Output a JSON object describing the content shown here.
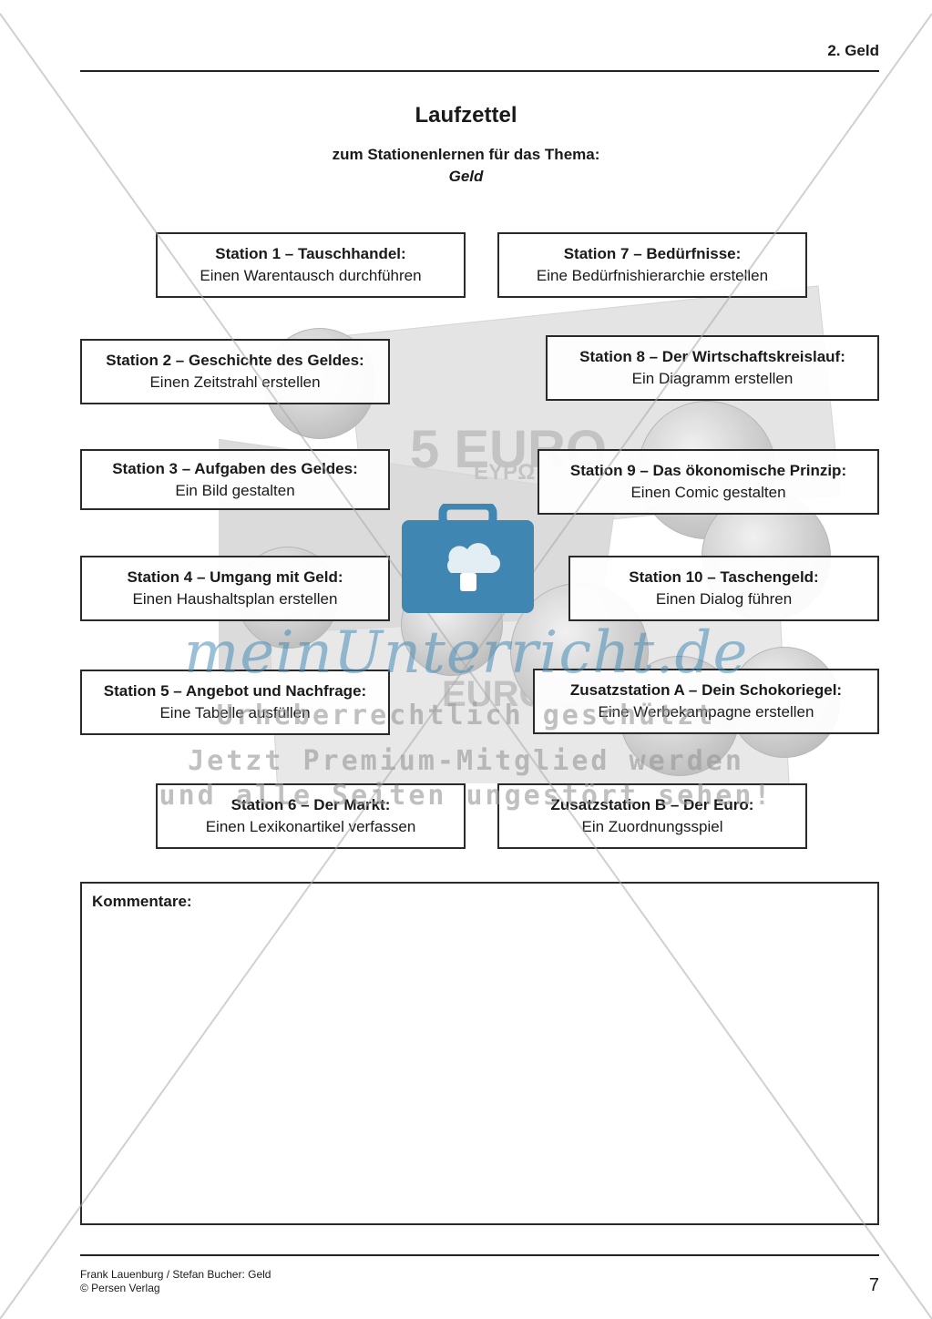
{
  "header": {
    "chapter": "2. Geld"
  },
  "title": "Laufzettel",
  "subtitle": {
    "line1": "zum Stationenlernen für das Thema:",
    "topic": "Geld"
  },
  "stations": [
    {
      "title": "Station 1 – Tauschhandel:",
      "task": "Einen Warentausch durchführen"
    },
    {
      "title": "Station 2 – Geschichte des Geldes:",
      "task": "Einen Zeitstrahl erstellen"
    },
    {
      "title": "Station 3 – Aufgaben des Geldes:",
      "task": "Ein Bild gestalten"
    },
    {
      "title": "Station 4 – Umgang mit Geld:",
      "task": "Einen Haushaltsplan erstellen"
    },
    {
      "title": "Station 5 – Angebot und Nachfrage:",
      "task": "Eine Tabelle ausfüllen"
    },
    {
      "title": "Station 6 – Der Markt:",
      "task": "Einen Lexikonartikel verfassen"
    },
    {
      "title": "Station 7 – Bedürfnisse:",
      "task": "Eine Bedürfnishierarchie erstellen"
    },
    {
      "title": "Station 8 – Der Wirtschaftskreislauf:",
      "task": "Ein Diagramm erstellen"
    },
    {
      "title": "Station 9 – Das ökonomische Prinzip:",
      "task": "Einen Comic gestalten"
    },
    {
      "title": "Station 10 – Taschengeld:",
      "task": "Einen Dialog führen"
    },
    {
      "title": "Zusatzstation A – Dein Schokoriegel:",
      "task": "Eine Werbekampagne erstellen"
    },
    {
      "title": "Zusatzstation B – Der Euro:",
      "task": "Ein Zuordnungsspiel"
    }
  ],
  "comments": {
    "label": "Kommentare:"
  },
  "footer": {
    "credit_line1": "Frank Lauenburg / Stefan Bucher: Geld",
    "credit_line2": "© Persen Verlag",
    "page_number": "7"
  },
  "background_photo": {
    "note_text_1": "5 EURO",
    "note_text_2": "EYPΩ",
    "note_text_3": "EURO"
  },
  "watermark": {
    "brand": "meinUnterricht.de",
    "line1": "Urheberrechtlich geschützt",
    "line2": "Jetzt Premium-Mitglied werden",
    "line3": "und alle Seiten ungestört sehen!",
    "color": "#3f86b3"
  }
}
